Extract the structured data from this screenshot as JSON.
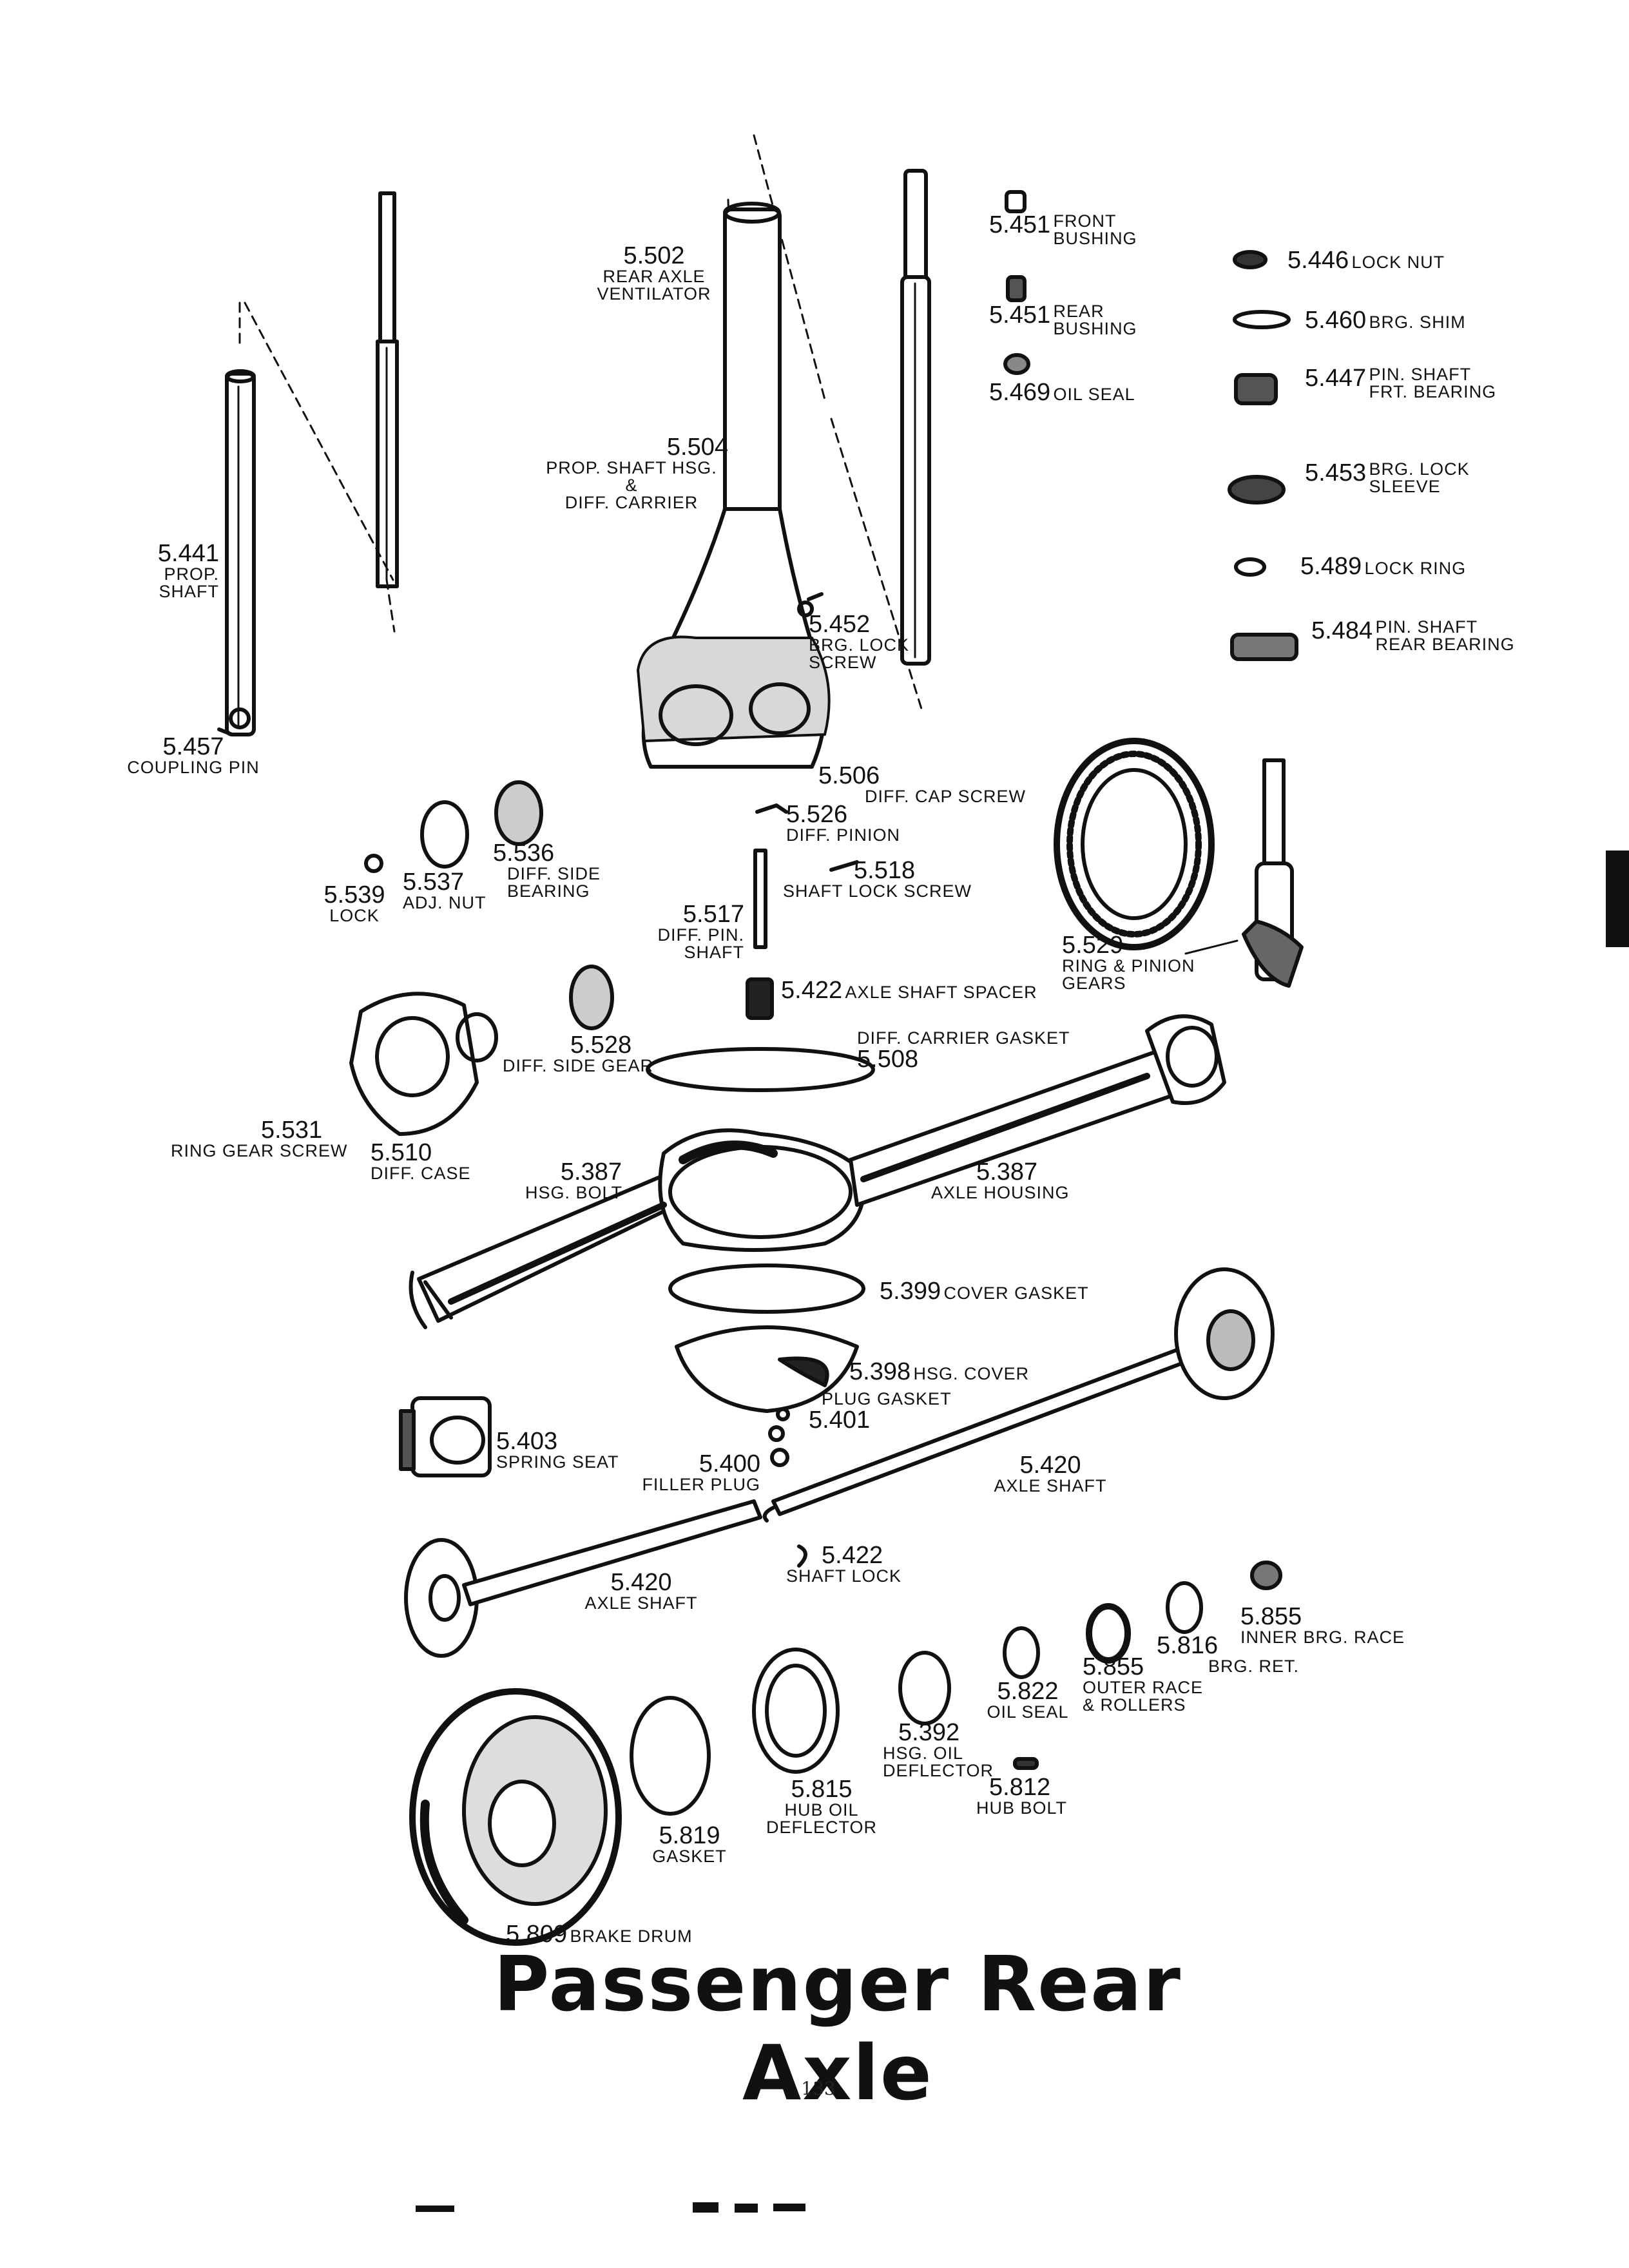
{
  "title": "Passenger Rear Axle",
  "page_number": "133",
  "colors": {
    "ink": "#111111",
    "paper": "#ffffff"
  },
  "parts": [
    {
      "num": "5.441",
      "text": "PROP.\nSHAFT"
    },
    {
      "num": "5.457",
      "text": "COUPLING PIN"
    },
    {
      "num": "5.502",
      "text": "REAR AXLE\nVENTILATOR"
    },
    {
      "num": "5.504",
      "text": "PROP. SHAFT HSG.\n&\nDIFF. CARRIER"
    },
    {
      "num": "5.452",
      "text": "BRG. LOCK\nSCREW"
    },
    {
      "num": "5.451",
      "text": "FRONT\nBUSHING"
    },
    {
      "num": "5.451",
      "text": "REAR\nBUSHING"
    },
    {
      "num": "5.469",
      "text": "OIL SEAL"
    },
    {
      "num": "5.446",
      "text": "LOCK NUT"
    },
    {
      "num": "5.460",
      "text": "BRG. SHIM"
    },
    {
      "num": "5.447",
      "text": "PIN. SHAFT\nFRT. BEARING"
    },
    {
      "num": "5.453",
      "text": "BRG. LOCK\nSLEEVE"
    },
    {
      "num": "5.489",
      "text": "LOCK RING"
    },
    {
      "num": "5.484",
      "text": "PIN. SHAFT\nREAR BEARING"
    },
    {
      "num": "5.506",
      "text": "DIFF. CAP SCREW"
    },
    {
      "num": "5.526",
      "text": "DIFF. PINION"
    },
    {
      "num": "5.518",
      "text": "SHAFT LOCK SCREW"
    },
    {
      "num": "5.536",
      "text": "DIFF. SIDE\nBEARING"
    },
    {
      "num": "5.537",
      "text": "ADJ. NUT"
    },
    {
      "num": "5.539",
      "text": "LOCK"
    },
    {
      "num": "5.517",
      "text": "DIFF. PIN.\nSHAFT"
    },
    {
      "num": "5.529",
      "text": "RING & PINION\nGEARS"
    },
    {
      "num": "5.422",
      "text": "AXLE SHAFT SPACER"
    },
    {
      "num": "5.528",
      "text": "DIFF. SIDE GEAR"
    },
    {
      "num": "5.508",
      "text": "DIFF. CARRIER GASKET"
    },
    {
      "num": "5.531",
      "text": "RING GEAR SCREW"
    },
    {
      "num": "5.510",
      "text": "DIFF. CASE"
    },
    {
      "num": "5.387",
      "text": "HSG. BOLT"
    },
    {
      "num": "5.387",
      "text": "AXLE HOUSING"
    },
    {
      "num": "5.399",
      "text": "COVER GASKET"
    },
    {
      "num": "5.398",
      "text": "HSG. COVER"
    },
    {
      "num": "5.401",
      "text": "PLUG GASKET"
    },
    {
      "num": "5.403",
      "text": "SPRING SEAT"
    },
    {
      "num": "5.400",
      "text": "FILLER PLUG"
    },
    {
      "num": "5.420",
      "text": "AXLE SHAFT"
    },
    {
      "num": "5.422",
      "text": "SHAFT LOCK"
    },
    {
      "num": "5.420",
      "text": "AXLE SHAFT"
    },
    {
      "num": "5.855",
      "text": "INNER BRG. RACE"
    },
    {
      "num": "5.816",
      "text": "BRG. RET."
    },
    {
      "num": "5.855",
      "text": "OUTER RACE\n& ROLLERS"
    },
    {
      "num": "5.822",
      "text": "OIL SEAL"
    },
    {
      "num": "5.392",
      "text": "HSG. OIL\nDEFLECTOR"
    },
    {
      "num": "5.812",
      "text": "HUB BOLT"
    },
    {
      "num": "5.815",
      "text": "HUB OIL\nDEFLECTOR"
    },
    {
      "num": "5.819",
      "text": "GASKET"
    },
    {
      "num": "5.809",
      "text": "BRAKE DRUM"
    }
  ]
}
